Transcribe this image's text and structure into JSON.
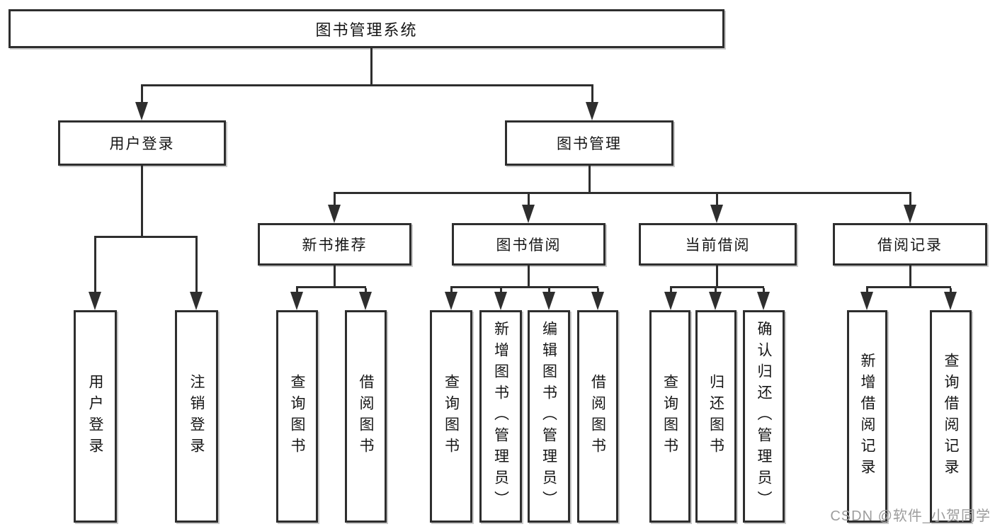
{
  "diagram": {
    "title": "图书管理系统",
    "branches": {
      "user": {
        "label": "用户登录",
        "children": [
          "用户登录",
          "注销登录"
        ]
      },
      "mgmt": {
        "label": "图书管理",
        "sections": [
          {
            "label": "新书推荐",
            "children": [
              "查询图书",
              "借阅图书"
            ]
          },
          {
            "label": "图书借阅",
            "children": [
              "查询图书",
              "新增图书（管理员）",
              "编辑图书（管理员）",
              "借阅图书"
            ]
          },
          {
            "label": "当前借阅",
            "children": [
              "查询图书",
              "归还图书",
              "确认归还（管理员）"
            ]
          },
          {
            "label": "借阅记录",
            "children": [
              "新增借阅记录",
              "查询借阅记录"
            ]
          }
        ]
      }
    }
  },
  "watermark": "CSDN @软件_小贺同学",
  "colors": {
    "line": "#2e2e2e",
    "text": "#161616",
    "node_background": "#ffffff",
    "watermark": "#9d9d9d",
    "background": "#ffffff"
  }
}
